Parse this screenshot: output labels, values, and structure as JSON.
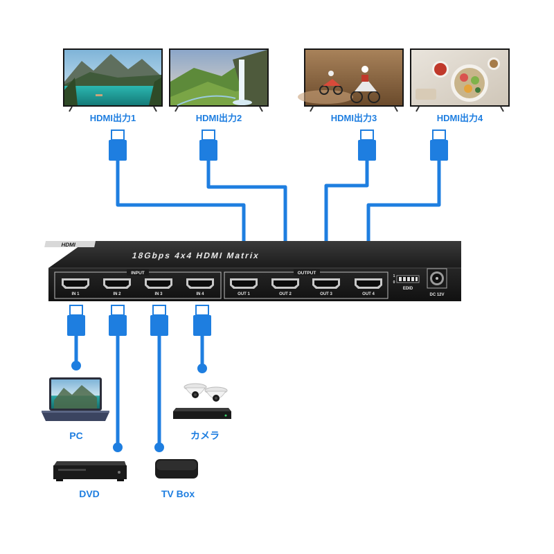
{
  "device": {
    "top_label": "18Gbps 4x4 HDMI Matrix",
    "logo": "HDMI",
    "input_group": "INPUT",
    "output_group": "OUTPUT",
    "inputs": [
      "IN 1",
      "IN 2",
      "IN 3",
      "IN 4"
    ],
    "outputs": [
      "OUT 1",
      "OUT 2",
      "OUT 3",
      "OUT 4"
    ],
    "edid": "EDID",
    "dip_marks": [
      "1",
      "0"
    ],
    "power": "DC 12V"
  },
  "displays": [
    {
      "label": "HDMI出力1",
      "scene": "lake-mountains"
    },
    {
      "label": "HDMI出力2",
      "scene": "waterfall"
    },
    {
      "label": "HDMI出力3",
      "scene": "motocross"
    },
    {
      "label": "HDMI出力4",
      "scene": "food"
    }
  ],
  "sources": [
    {
      "label": "PC",
      "icon": "laptop-icon"
    },
    {
      "label": "DVD",
      "icon": "dvd-player-icon"
    },
    {
      "label": "TV Box",
      "icon": "tv-box-icon"
    },
    {
      "label": "カメラ",
      "icon": "camera-icon"
    }
  ],
  "colors": {
    "cable": "#1e7ee0",
    "label": "#1e7ee0",
    "device_body": "#1f1f1f"
  }
}
